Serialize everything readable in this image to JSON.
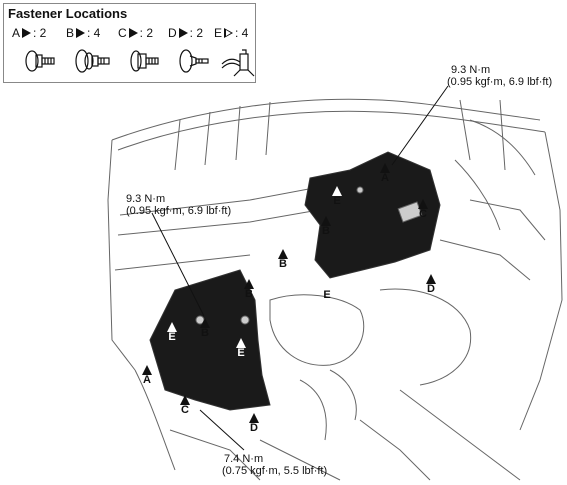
{
  "legend": {
    "title": "Fastener Locations",
    "items": [
      {
        "letter": "A",
        "qty": ": 2",
        "marker": "solid"
      },
      {
        "letter": "B",
        "qty": ": 4",
        "marker": "solid"
      },
      {
        "letter": "C",
        "qty": ": 2",
        "marker": "solid"
      },
      {
        "letter": "D",
        "qty": ": 2",
        "marker": "solid"
      },
      {
        "letter": "E",
        "qty": ": 4",
        "marker": "hollow"
      }
    ]
  },
  "torques": {
    "top_right": {
      "line1": "9.3 N·m",
      "line2": "(0.95 kgf·m, 6.9 lbf·ft)"
    },
    "left": {
      "line1": "9.3 N·m",
      "line2": "(0.95 kgf·m, 6.9 lbf·ft)"
    },
    "bottom": {
      "line1": "7.4 N·m",
      "line2": "(0.75 kgf·m, 5.5 lbf·ft)"
    }
  },
  "callouts": [
    {
      "id": "A1",
      "letter": "A",
      "marker": "solid"
    },
    {
      "id": "C1",
      "letter": "C",
      "marker": "solid"
    },
    {
      "id": "E1",
      "letter": "E",
      "marker": "hollow"
    },
    {
      "id": "B1",
      "letter": "B",
      "marker": "solid"
    },
    {
      "id": "B2",
      "letter": "B",
      "marker": "solid"
    },
    {
      "id": "E2",
      "letter": "E",
      "marker": "hollow"
    },
    {
      "id": "D1",
      "letter": "D",
      "marker": "solid"
    },
    {
      "id": "B3",
      "letter": "B",
      "marker": "solid"
    },
    {
      "id": "B4",
      "letter": "B",
      "marker": "solid"
    },
    {
      "id": "E3",
      "letter": "E",
      "marker": "hollow"
    },
    {
      "id": "E4",
      "letter": "E",
      "marker": "hollow"
    },
    {
      "id": "A2",
      "letter": "A",
      "marker": "solid"
    },
    {
      "id": "C2",
      "letter": "C",
      "marker": "solid"
    },
    {
      "id": "D2",
      "letter": "D",
      "marker": "solid"
    }
  ],
  "colors": {
    "cover": "#111111",
    "line": "#555555",
    "background": "#ffffff"
  }
}
